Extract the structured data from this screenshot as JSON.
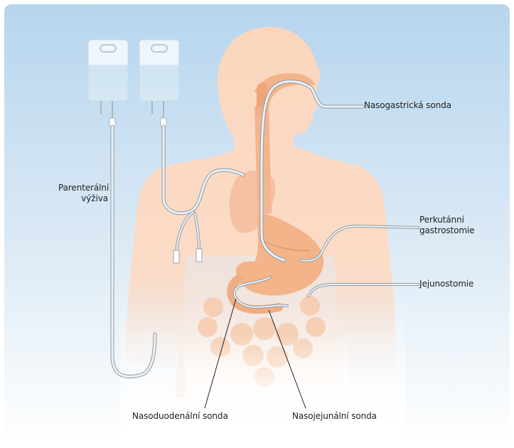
{
  "labels": {
    "nasogastric": "Nasogastrická sonda",
    "parenteral_line1": "Parenterální",
    "parenteral_line2": "výživa",
    "gastrostomy_line1": "Perkutánní",
    "gastrostomy_line2": "gastrostomie",
    "jejunostomy": "Jejunostomie",
    "nasoduodenal": "Nasoduodenální sonda",
    "nasojejunal": "Nasojejunální sonda"
  },
  "colors": {
    "background_top": "#bcd9ef",
    "body": "#fbd9c3",
    "organ": "#f3b78e",
    "organ_dark": "#e39a6c",
    "tube": "#e8ecef",
    "tube_edge": "#9aa4ad",
    "bag": "#e6f1f8",
    "leader": "#222222"
  }
}
